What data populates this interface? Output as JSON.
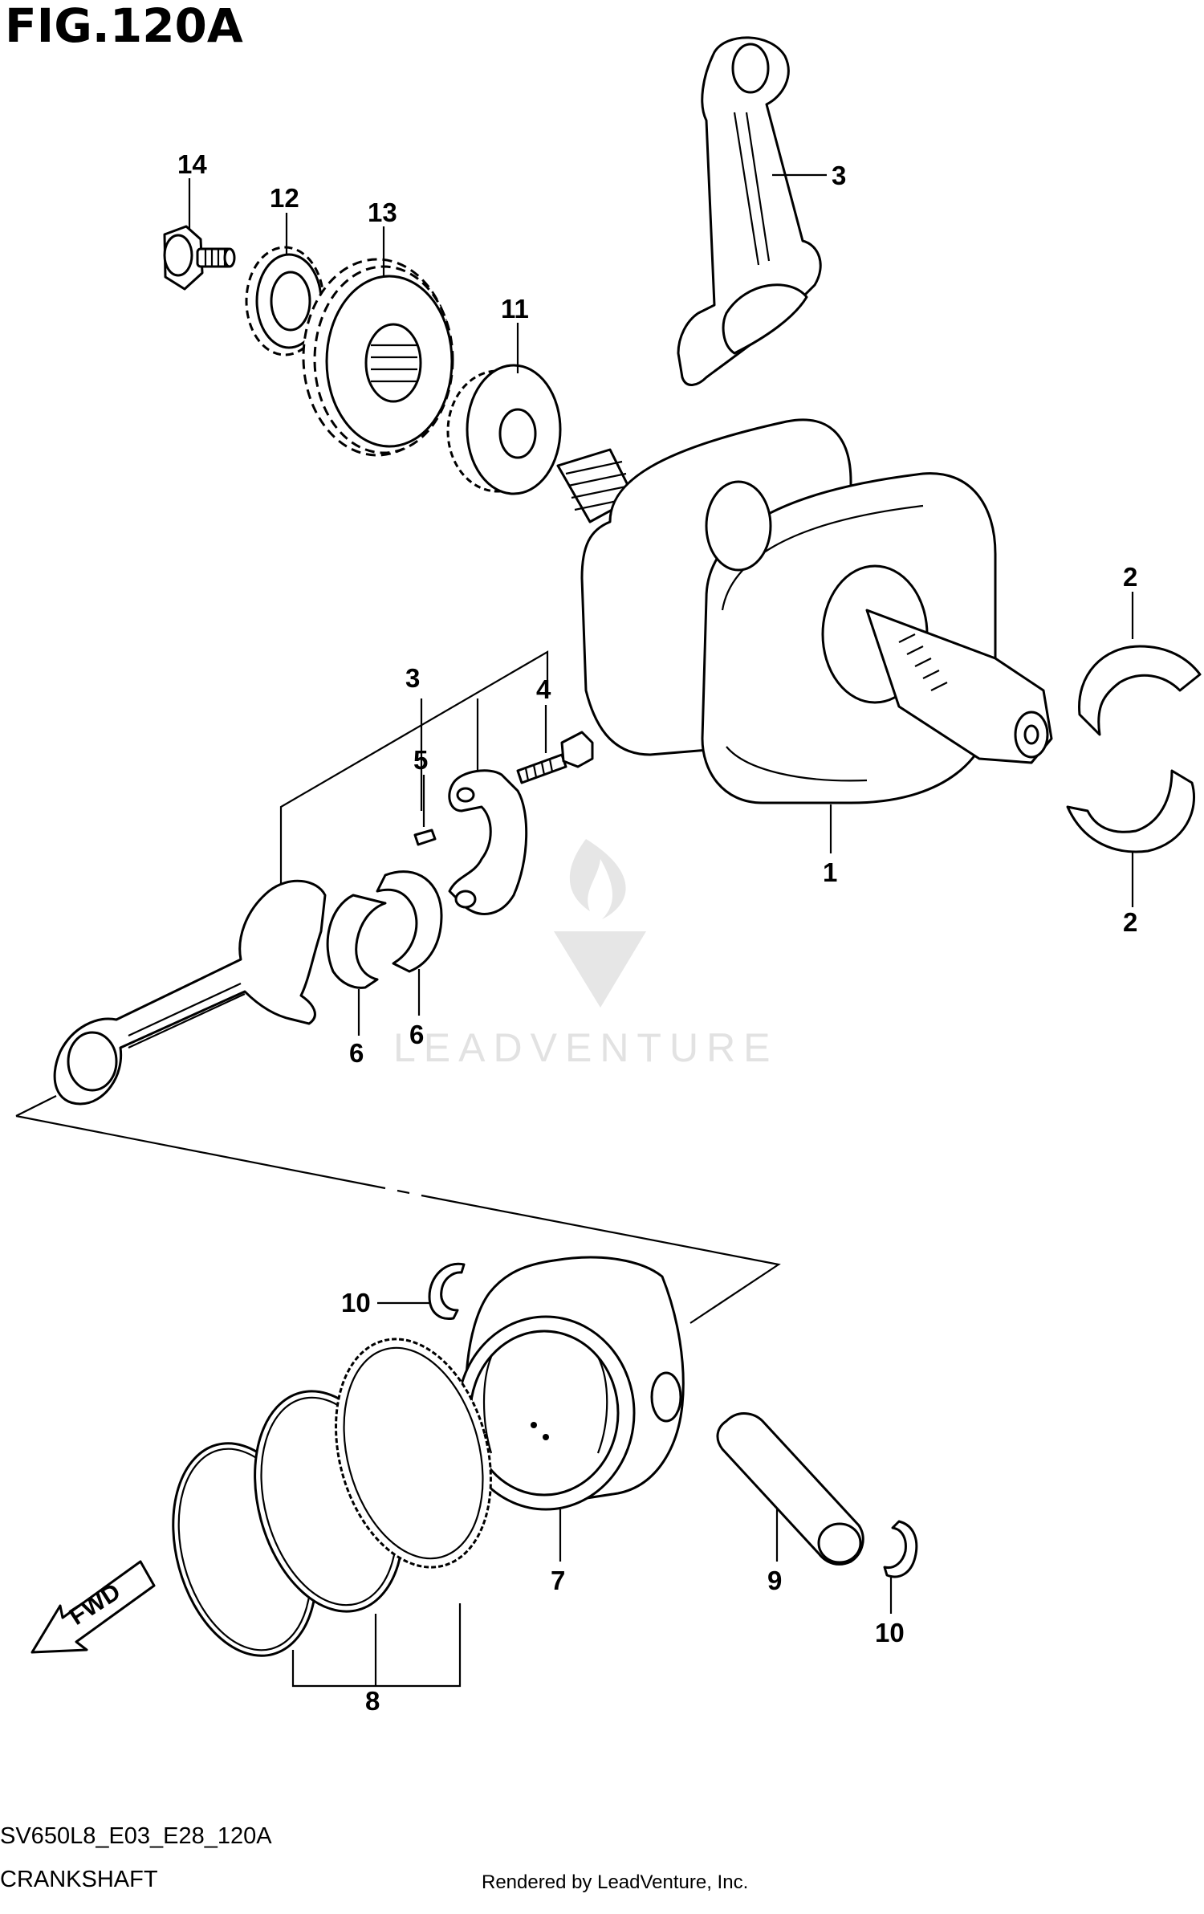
{
  "figure": {
    "title": "FIG.120A",
    "code": "SV650L8_E03_E28_120A",
    "section": "CRANKSHAFT"
  },
  "callouts": {
    "c1": "1",
    "c2a": "2",
    "c2b": "2",
    "c3a": "3",
    "c3b": "3",
    "c4": "4",
    "c5": "5",
    "c6a": "6",
    "c6b": "6",
    "c7": "7",
    "c8": "8",
    "c9": "9",
    "c10a": "10",
    "c10b": "10",
    "c11": "11",
    "c12": "12",
    "c13": "13",
    "c14": "14"
  },
  "watermark": {
    "text": "LEADVENTURE"
  },
  "fwd_badge": {
    "label": "FWD"
  },
  "footer": {
    "rendered_by": "Rendered by LeadVenture, Inc."
  }
}
